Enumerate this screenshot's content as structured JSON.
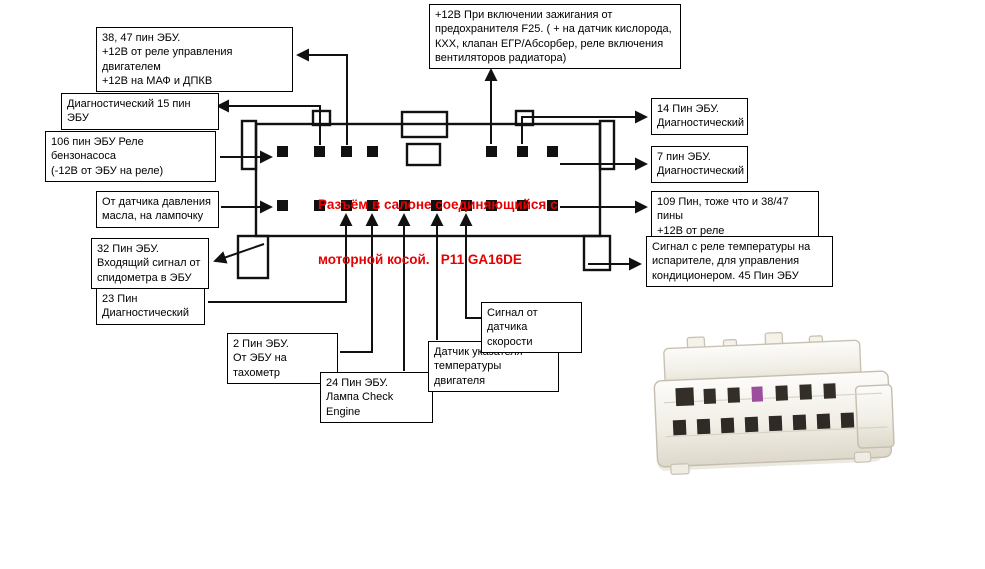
{
  "diagram": {
    "title": {
      "line1": "Разъём в салоне соединяющийся с",
      "line2": "моторной косой.   P11 GA16DE"
    },
    "labels": {
      "pins_38_47": "38, 47 пин ЭБУ.\n+12В от реле управления двигателем\n+12В на МАФ и ДПКВ",
      "pin_15_diag": "Диагностический 15 пин ЭБУ",
      "pin_106_fuel_pump": "106 пин ЭБУ Реле бензонасоса\n(-12В от ЭБУ на реле)",
      "oil_pressure": "От датчика давления\nмасла, на лампочку",
      "pin_32_speedo": "32 Пин ЭБУ.\nВходящий сигнал от\nспидометра в ЭБУ",
      "pin_23_diag": "23 Пин\nДиагностический",
      "pin_2_tach": "2 Пин ЭБУ.\nОт ЭБУ на тахометр",
      "pin_24_check_engine": "24 Пин ЭБУ.\nЛампа Check Engine",
      "coolant_temp_gauge": "Датчик указателя\nтемпературы двигателя",
      "speed_sensor": "Сигнал от датчика\nскорости",
      "ignition_12v": "+12В При включении зажигания от\nпредохранителя F25. ( + на датчик кислорода,\nКХХ, клапан ЕГР/Абсорбер, реле включения\nвентиляторов радиатора)",
      "pin_14_diag": "14 Пин ЭБУ.\nДиагностический",
      "pin_7_diag": "7 пин ЭБУ.\nДиагностический",
      "pin_109": "109 Пин, тоже что и 38/47 пины\n+12В от реле",
      "ac_evaporator": "Сигнал с реле температуры на\nиспарителе, для управления\nкондиционером. 45 Пин ЭБУ"
    },
    "colors": {
      "title_red": "#e60000",
      "line_black": "#111111"
    }
  }
}
